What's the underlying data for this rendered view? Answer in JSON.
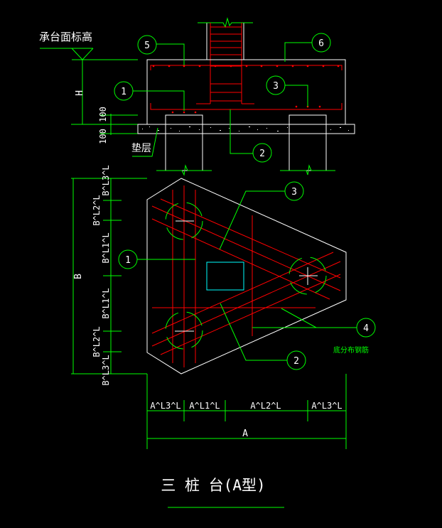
{
  "elevation_label": "承台面标高",
  "cushion_label": "垫层",
  "dims_section": {
    "H": "H",
    "d1": "100",
    "d2": "100"
  },
  "callouts_section": [
    "1",
    "2",
    "3",
    "5",
    "6"
  ],
  "callouts_plan": [
    "1",
    "2",
    "3",
    "4"
  ],
  "bottom_distribution_label": "底分布钢筋",
  "dims_plan_left": {
    "total": "B",
    "segments": [
      "B^L3^L",
      "B^L2^L",
      "B^L1^L",
      "B^L1^L",
      "B^L2^L",
      "B^L3^L"
    ]
  },
  "dims_plan_bottom": {
    "total": "A",
    "segments": [
      "A^L3^L",
      "A^L1^L",
      "A^L2^L",
      "A^L3^L"
    ]
  },
  "title": "三 桩 台(A型)",
  "colors": {
    "dim": "#00ff00",
    "outline": "#ffffff",
    "rebar": "#ff0000",
    "column": "#00ffff",
    "background": "#000000"
  }
}
